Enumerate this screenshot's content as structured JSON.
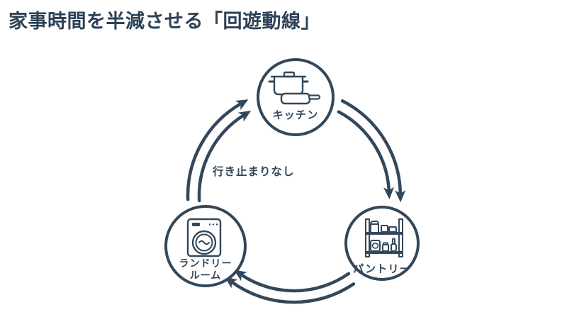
{
  "title": "家事時間を半減させる「回遊動線」",
  "colors": {
    "ink": "#33475a",
    "title_ink": "#2d4156",
    "background": "#ffffff"
  },
  "diagram": {
    "annotation": "行き止まりなし",
    "nodes": [
      {
        "id": "kitchen",
        "label": "キッチン",
        "icon": "cooking-pot-and-pan-icon"
      },
      {
        "id": "pantry",
        "label": "パントリー",
        "icon": "pantry-shelf-icon"
      },
      {
        "id": "laundry-room",
        "label": "ランドリールーム",
        "label_lines": [
          "ランドリー",
          "ルーム"
        ],
        "icon": "washing-machine-icon"
      }
    ],
    "edges": [
      {
        "from": "kitchen",
        "to": "pantry",
        "style": "double-curved-arrow"
      },
      {
        "from": "pantry",
        "to": "laundry-room",
        "style": "double-curved-arrow"
      },
      {
        "from": "laundry-room",
        "to": "kitchen",
        "style": "double-curved-arrow"
      }
    ]
  }
}
